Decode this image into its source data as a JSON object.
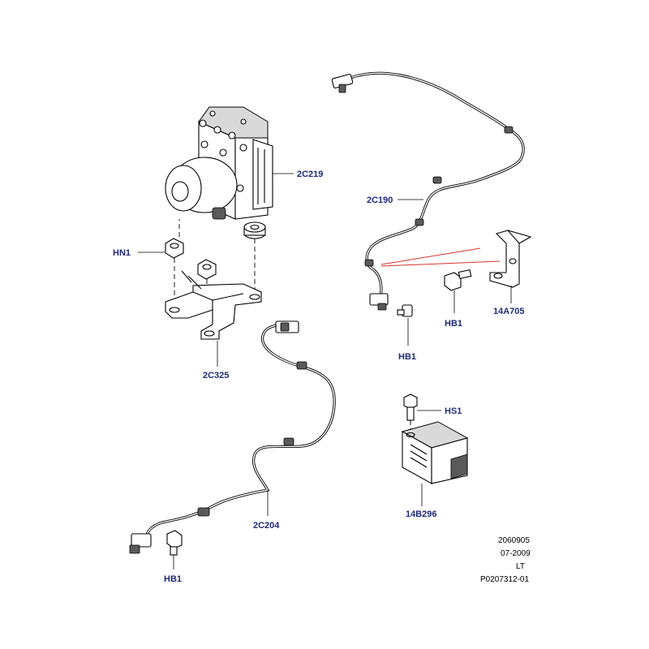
{
  "callouts": {
    "c_2c219": "2C219",
    "c_hn1": "HN1",
    "c_2c190": "2C190",
    "c_hb1_bracket": "HB1",
    "c_14a705": "14A705",
    "c_hb1_sensor": "HB1",
    "c_2c325": "2C325",
    "c_hs1": "HS1",
    "c_14b296": "14B296",
    "c_2c204": "2C204",
    "c_hb1_lower": "HB1"
  },
  "meta": {
    "line1": "2060905",
    "line2": "07-2009",
    "line3": "LT",
    "line4": "P0207312-01"
  },
  "colors": {
    "callout_text": "#1f2a7a",
    "highlight_lines": "#d9342b"
  }
}
